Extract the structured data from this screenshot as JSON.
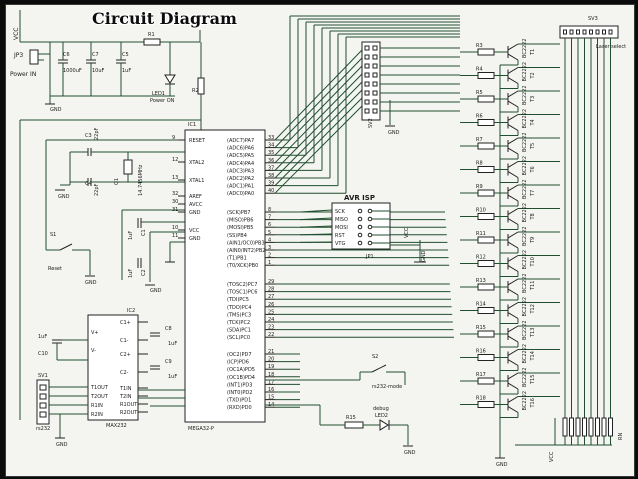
{
  "title": "Circuit Diagram",
  "power": {
    "vcc": "VCC",
    "gnd": "GND",
    "jp3": "JP3",
    "power_in": "Power IN",
    "c6": "C6",
    "c6v": "1000uF",
    "c7": "C7",
    "c7v": "10uF",
    "c5": "C5",
    "c5v": "1uF",
    "r1": "R1",
    "r2": "R2",
    "led1": "LED1",
    "power_on": "Power ON"
  },
  "mcu": {
    "ref": "IC1",
    "part": "MEGA32-P",
    "left_pins": [
      "RESET",
      "XTAL2",
      "XTAL1",
      "AREF",
      "AVCC",
      "GND",
      "VCC",
      "GND"
    ],
    "left_nums": [
      "9",
      "12",
      "13",
      "32",
      "30",
      "31",
      "10",
      "11"
    ],
    "right_pins": [
      "(ADC7)PA7",
      "(ADC6)PA6",
      "(ADC5)PA5",
      "(ADC4)PA4",
      "(ADC3)PA3",
      "(ADC2)PA2",
      "(ADC1)PA1",
      "(ADC0)PA0",
      "(SCK)PB7",
      "(MISO)PB6",
      "(MOSI)PB5",
      "(SS)PB4",
      "(AIN1/OC0)PB3",
      "(AIN0/INT2)PB2",
      "(T1)PB1",
      "(T0/XCK)PB0",
      "(TOSC2)PC7",
      "(TOSC1)PC6",
      "(TDI)PC5",
      "(TDO)PC4",
      "(TMS)PC3",
      "(TCK)PC2",
      "(SDA)PC1",
      "(SCL)PC0",
      "(OC2)PD7",
      "(ICP)PD6",
      "(OC1A)PD5",
      "(OC1B)PD4",
      "(INT1)PD3",
      "(INT0)PD2",
      "(TXD)PD1",
      "(RXD)PD0"
    ],
    "right_nums": [
      "33",
      "34",
      "35",
      "36",
      "37",
      "38",
      "39",
      "40",
      "8",
      "7",
      "6",
      "5",
      "4",
      "3",
      "2",
      "1",
      "29",
      "28",
      "27",
      "26",
      "25",
      "24",
      "23",
      "22",
      "21",
      "20",
      "19",
      "18",
      "17",
      "16",
      "15",
      "14"
    ]
  },
  "crystal": {
    "c3": "C3",
    "c3v": "22pF",
    "c4": "C4",
    "c4v": "22pF",
    "q1": "Q1",
    "q1v": "14.7456MHz"
  },
  "caps": {
    "c1": "C1",
    "c2": "C2",
    "cv": "1uF"
  },
  "reset": {
    "s1": "S1",
    "label": "Reset"
  },
  "rs232": {
    "ref": "IC2",
    "part": "MAX232",
    "left_pins": [
      "V+",
      "V-",
      "T1OUT",
      "T2OUT",
      "R1IN",
      "R2IN"
    ],
    "right_pins": [
      "C1+",
      "C1-",
      "C2+",
      "C2-",
      "T1IN",
      "T2IN",
      "R1OUT",
      "R2OUT"
    ],
    "c8": "C8",
    "c9": "C9",
    "c10": "C10",
    "cv": "1uF",
    "sv1": "SV1",
    "sv1_label": "rs232",
    "s2": "S2",
    "mode": "rs232-mode",
    "r15": "R15",
    "debug": "debug",
    "led2": "LED2"
  },
  "isp": {
    "title": "AVR ISP",
    "ref": "JP1",
    "pins": [
      "SCK",
      "MISO",
      "MOSI",
      "RST",
      "VTG"
    ]
  },
  "sv2": "SV2",
  "sv3": "SV3",
  "laser": "Laser select",
  "resistors": [
    "R3",
    "R4",
    "R5",
    "R6",
    "R7",
    "R8",
    "R9",
    "R10",
    "R11",
    "R12",
    "R13",
    "R14",
    "R15",
    "R16",
    "R17",
    "R18"
  ],
  "transistors": [
    "T1",
    "T2",
    "T3",
    "T4",
    "T5",
    "T6",
    "T7",
    "T8",
    "T9",
    "T10",
    "T11",
    "T12",
    "T13",
    "T14",
    "T15",
    "T16"
  ],
  "bc": "BC2222",
  "rn": "RN"
}
